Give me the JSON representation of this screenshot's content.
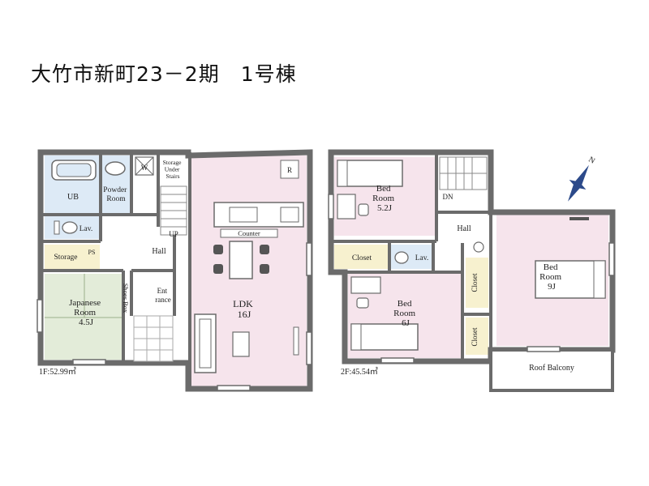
{
  "title": "大竹市新町23－2期　1号棟",
  "colors": {
    "wall": "#6b6b6b",
    "pink": "#f6e4ec",
    "blue": "#ddeaf6",
    "green": "#e3ecd9",
    "beige": "#f7f1cf",
    "white": "#ffffff",
    "compass": "#2c4a8a"
  },
  "floor1": {
    "area": "1F:52.99㎡",
    "rooms": {
      "ub": "UB",
      "lav": "Lav.",
      "powder_room": [
        "Powder",
        "Room"
      ],
      "w": "W",
      "storage_under_stairs": [
        "Storage",
        "Under",
        "Stairs"
      ],
      "up": "UP",
      "storage": "Storage",
      "ps": "PS",
      "hall": "Hall",
      "shoes_box": "Shoes Box",
      "entrance": [
        "Ent",
        "rance"
      ],
      "japanese_room": [
        "Japanese",
        "Room",
        "4.5J"
      ],
      "ldk": [
        "LDK",
        "16J"
      ],
      "counter": "Counter",
      "r": "R"
    }
  },
  "floor2": {
    "area": "2F:45.54㎡",
    "rooms": {
      "bed_52": [
        "Bed",
        "Room",
        "5.2J"
      ],
      "dn": "DN",
      "hall": "Hall",
      "closet": "Closet",
      "lav": "Lav.",
      "bed_6": [
        "Bed",
        "Room",
        "6J"
      ],
      "closet_v1": "Closet",
      "closet_v2": "Closet",
      "bed_9": [
        "Bed",
        "Room",
        "9J"
      ],
      "roof_balcony": "Roof Balcony"
    }
  },
  "compass_label": "N"
}
